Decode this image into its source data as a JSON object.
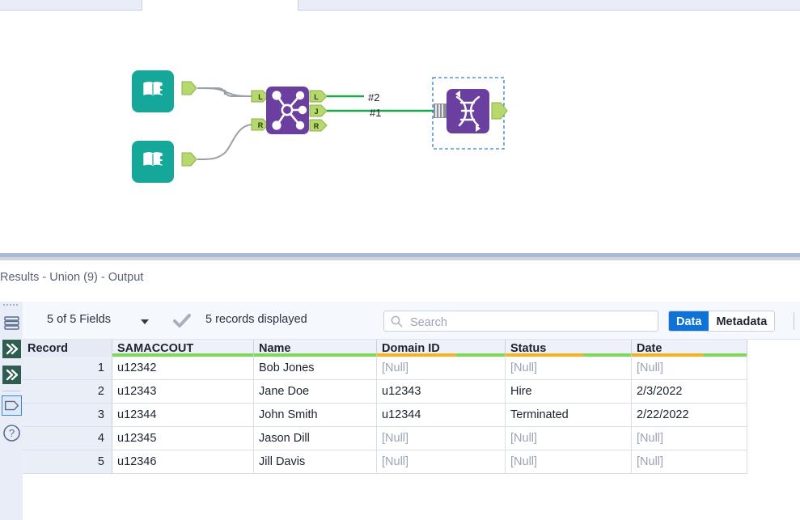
{
  "window": {
    "tabs": [
      {
        "name": "workflow-tab",
        "label": ""
      },
      {
        "name": "config-tab",
        "label": ""
      }
    ]
  },
  "canvas": {
    "tools": [
      {
        "id": "input-data-1",
        "type": "Input Data",
        "icon": "book-icon",
        "color": "#15a89a"
      },
      {
        "id": "input-data-2",
        "type": "Input Data",
        "icon": "book-icon",
        "color": "#15a89a"
      },
      {
        "id": "join-1",
        "type": "Join",
        "icon": "join-icon",
        "color": "#6b3fa0",
        "input_anchors": [
          "L",
          "R"
        ],
        "output_anchors": [
          "L",
          "J",
          "R"
        ]
      },
      {
        "id": "union-9",
        "type": "Union",
        "icon": "union-icon",
        "color": "#6b3fa0",
        "selected": true
      }
    ],
    "connection_labels": [
      "#2",
      "#1"
    ]
  },
  "results": {
    "title": "Results - Union (9) - Output",
    "toolbar": {
      "fields_label": "5 of 5 Fields",
      "fields_caret": "chevron-down-icon",
      "status_check": "checkmark-icon",
      "records_label": "5 records displayed",
      "search_placeholder": "Search",
      "search_value": "",
      "view_toggle": [
        {
          "label": "Data",
          "active": true
        },
        {
          "label": "Metadata",
          "active": false
        }
      ],
      "format_icon": "cell-format-icon"
    },
    "rail": [
      {
        "name": "table-view-icon",
        "selected": false
      },
      {
        "name": "chevron-double-right-icon",
        "selected": false
      },
      {
        "name": "chevron-double-right-icon-2",
        "selected": false
      },
      {
        "name": "tag-icon",
        "selected": true
      },
      {
        "name": "help-icon",
        "selected": false
      }
    ],
    "table": {
      "columns": [
        {
          "label": "Record",
          "width": 95,
          "quality": []
        },
        {
          "label": "SAMACCOUT",
          "width": 162,
          "quality": [
            {
              "color": "#7ed957",
              "pct": 100
            }
          ]
        },
        {
          "label": "Name",
          "width": 139,
          "quality": [
            {
              "color": "#7ed957",
              "pct": 100
            }
          ]
        },
        {
          "label": "Domain ID",
          "width": 146,
          "quality": [
            {
              "color": "#f5b324",
              "pct": 62
            },
            {
              "color": "#7ed957",
              "pct": 38
            }
          ]
        },
        {
          "label": "Status",
          "width": 143,
          "quality": [
            {
              "color": "#f5b324",
              "pct": 62
            },
            {
              "color": "#7ed957",
              "pct": 38
            }
          ]
        },
        {
          "label": "Date",
          "width": 130,
          "quality": [
            {
              "color": "#f5b324",
              "pct": 62
            },
            {
              "color": "#7ed957",
              "pct": 38
            }
          ]
        }
      ],
      "null_token": "[Null]",
      "rows": [
        {
          "record": "1",
          "samaccout": "u12342",
          "name": "Bob Jones",
          "domain_id": "[Null]",
          "status": "[Null]",
          "date": "[Null]"
        },
        {
          "record": "2",
          "samaccout": "u12343",
          "name": "Jane Doe",
          "domain_id": "u12343",
          "status": "Hire",
          "date": "2/3/2022"
        },
        {
          "record": "3",
          "samaccout": "u12344",
          "name": "John Smith",
          "domain_id": "u12344",
          "status": "Terminated",
          "date": "2/22/2022"
        },
        {
          "record": "4",
          "samaccout": "u12345",
          "name": "Jason Dill",
          "domain_id": "[Null]",
          "status": "[Null]",
          "date": "[Null]"
        },
        {
          "record": "5",
          "samaccout": "u12346",
          "name": "Jill Davis",
          "domain_id": "[Null]",
          "status": "[Null]",
          "date": "[Null]"
        }
      ]
    }
  },
  "colors": {
    "accent_blue": "#0f72d6",
    "tool_purple": "#6b3fa0",
    "tool_teal": "#15a89a",
    "anchor_green": "#b5d96b",
    "connection_green": "#1aa84a",
    "quality_green": "#7ed957",
    "quality_orange": "#f5b324",
    "selection_blue": "#2f7fd0"
  }
}
